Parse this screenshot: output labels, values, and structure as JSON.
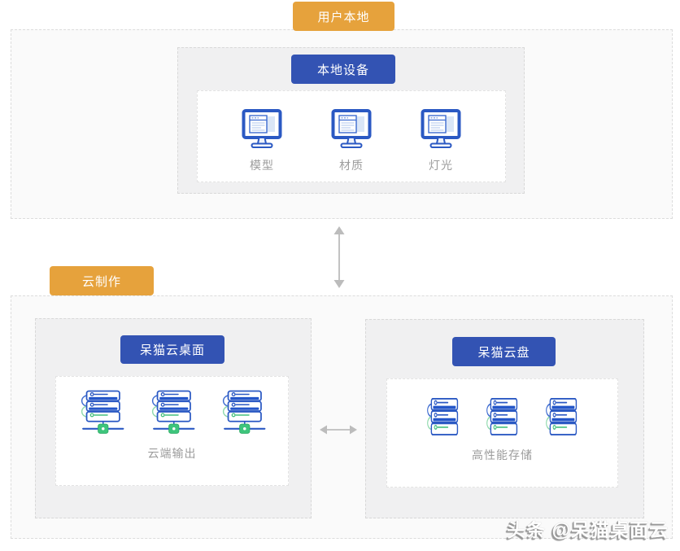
{
  "colors": {
    "badge_orange": "#E6A23C",
    "badge_blue": "#3353B3",
    "icon_blue": "#2B59C3",
    "icon_green": "#45C07E",
    "arrow_gray": "#b3b3b3"
  },
  "user_local": {
    "badge": "用户本地",
    "local_devices": {
      "badge": "本地设备",
      "items": [
        {
          "label": "模型"
        },
        {
          "label": "材质"
        },
        {
          "label": "灯光"
        }
      ]
    }
  },
  "cloud_production": {
    "badge": "云制作",
    "cloud_desktop": {
      "badge": "呆猫云桌面",
      "caption": "云端输出"
    },
    "cloud_disk": {
      "badge": "呆猫云盘",
      "caption": "高性能存储"
    }
  },
  "watermark": "头条 @呆猫桌面云"
}
